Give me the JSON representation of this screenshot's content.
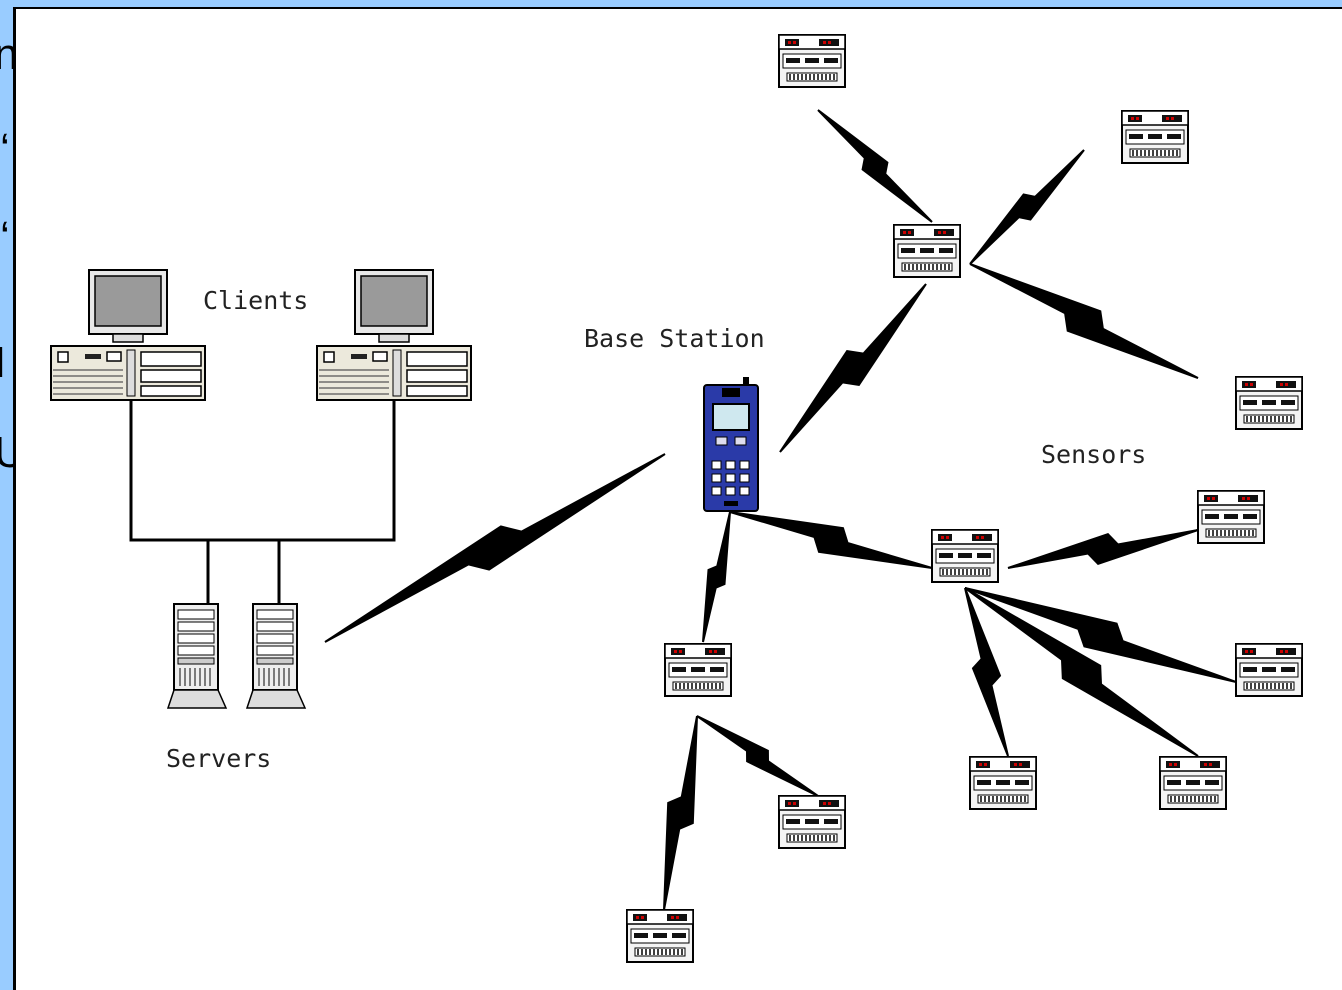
{
  "labels": {
    "clients": "Clients",
    "base_station": "Base Station",
    "sensors": "Sensors",
    "servers": "Servers"
  },
  "colors": {
    "background": "#99ccff",
    "base_station_body": "#2a3aa8",
    "sensor_led": "#cc0000"
  },
  "icons": {
    "client": "desktop-computer-icon",
    "server": "tower-server-icon",
    "base_station": "handheld-radio-icon",
    "sensor": "sensor-node-icon",
    "link": "lightning-bolt-link"
  },
  "left_edge_fragments": [
    "n",
    "“",
    "“",
    "I",
    "U"
  ]
}
